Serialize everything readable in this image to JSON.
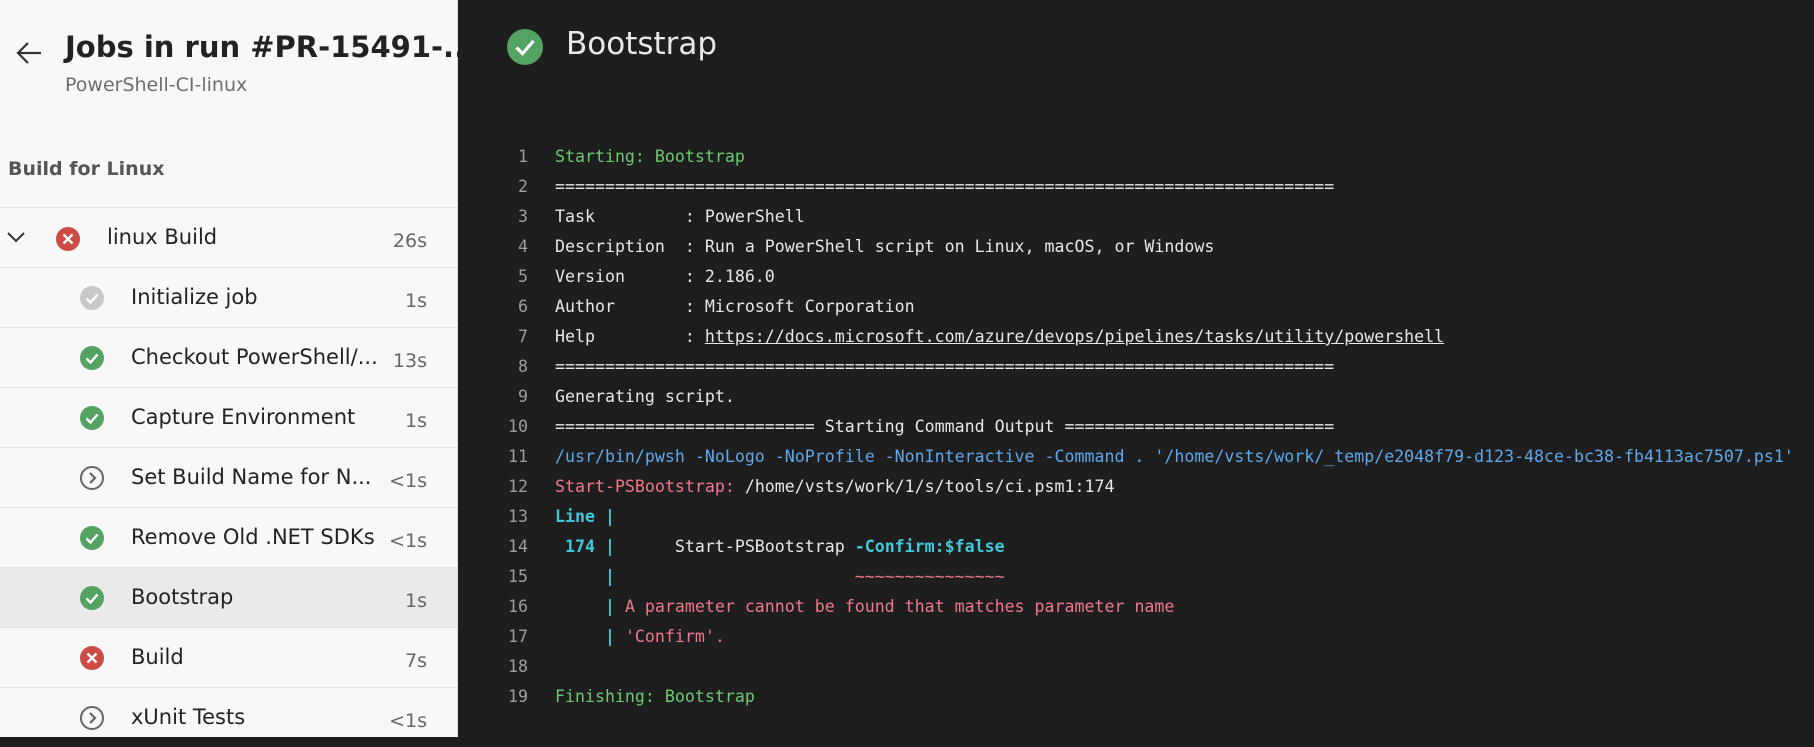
{
  "header": {
    "title": "Jobs in run #PR-15491-...",
    "subtitle": "PowerShell-CI-linux"
  },
  "stage": {
    "label": "Build for Linux"
  },
  "job": {
    "label": "linux Build",
    "duration": "26s",
    "status": "failed"
  },
  "steps": [
    {
      "label": "Initialize job",
      "duration": "1s",
      "status": "skipped-gray"
    },
    {
      "label": "Checkout PowerShell/...",
      "duration": "13s",
      "status": "succeeded"
    },
    {
      "label": "Capture Environment",
      "duration": "1s",
      "status": "succeeded"
    },
    {
      "label": "Set Build Name for N...",
      "duration": "<1s",
      "status": "pending"
    },
    {
      "label": "Remove Old .NET SDKs",
      "duration": "<1s",
      "status": "succeeded"
    },
    {
      "label": "Bootstrap",
      "duration": "1s",
      "status": "succeeded",
      "selected": true
    },
    {
      "label": "Build",
      "duration": "7s",
      "status": "failed"
    },
    {
      "label": "xUnit Tests",
      "duration": "<1s",
      "status": "pending"
    }
  ],
  "log": {
    "title": "Bootstrap",
    "lines": [
      {
        "n": "1",
        "parts": [
          {
            "t": "Starting: Bootstrap",
            "c": "green"
          }
        ]
      },
      {
        "n": "2",
        "parts": [
          {
            "t": "==============================================================================",
            "c": ""
          }
        ]
      },
      {
        "n": "3",
        "parts": [
          {
            "t": "Task         : PowerShell",
            "c": ""
          }
        ]
      },
      {
        "n": "4",
        "parts": [
          {
            "t": "Description  : Run a PowerShell script on Linux, macOS, or Windows",
            "c": ""
          }
        ]
      },
      {
        "n": "5",
        "parts": [
          {
            "t": "Version      : 2.186.0",
            "c": ""
          }
        ]
      },
      {
        "n": "6",
        "parts": [
          {
            "t": "Author       : Microsoft Corporation",
            "c": ""
          }
        ]
      },
      {
        "n": "7",
        "parts": [
          {
            "t": "Help         : ",
            "c": ""
          },
          {
            "t": "https://docs.microsoft.com/azure/devops/pipelines/tasks/utility/powershell",
            "c": "link"
          }
        ]
      },
      {
        "n": "8",
        "parts": [
          {
            "t": "==============================================================================",
            "c": ""
          }
        ]
      },
      {
        "n": "9",
        "parts": [
          {
            "t": "Generating script.",
            "c": ""
          }
        ]
      },
      {
        "n": "10",
        "parts": [
          {
            "t": "========================== Starting Command Output ===========================",
            "c": ""
          }
        ]
      },
      {
        "n": "11",
        "parts": [
          {
            "t": "/usr/bin/pwsh -NoLogo -NoProfile -NonInteractive -Command . '/home/vsts/work/_temp/e2048f79-d123-48ce-bc38-fb4113ac7507.ps1'",
            "c": "blue"
          }
        ]
      },
      {
        "n": "12",
        "parts": [
          {
            "t": "Start-PSBootstrap: ",
            "c": "pink"
          },
          {
            "t": "/home/vsts/work/1/s/tools/ci.psm1:174",
            "c": ""
          }
        ]
      },
      {
        "n": "13",
        "parts": [
          {
            "t": "Line |",
            "c": "cyan"
          }
        ]
      },
      {
        "n": "14",
        "parts": [
          {
            "t": " 174 | ",
            "c": "cyan"
          },
          {
            "t": "     Start-PSBootstrap ",
            "c": ""
          },
          {
            "t": "-Confirm:$false",
            "c": "cyan"
          }
        ]
      },
      {
        "n": "15",
        "parts": [
          {
            "t": "     | ",
            "c": "cyan"
          },
          {
            "t": "                       ~~~~~~~~~~~~~~~",
            "c": "wave"
          }
        ]
      },
      {
        "n": "16",
        "parts": [
          {
            "t": "     | ",
            "c": "cyan"
          },
          {
            "t": "A parameter cannot be found that matches parameter name",
            "c": "pink"
          }
        ]
      },
      {
        "n": "17",
        "parts": [
          {
            "t": "     | ",
            "c": "cyan"
          },
          {
            "t": "'Confirm'.",
            "c": "pink"
          }
        ]
      },
      {
        "n": "18",
        "parts": [
          {
            "t": "",
            "c": ""
          }
        ]
      },
      {
        "n": "19",
        "parts": [
          {
            "t": "Finishing: Bootstrap",
            "c": "green"
          }
        ]
      }
    ]
  },
  "colors": {
    "success": "#55a362",
    "failed": "#cd4a45",
    "gray": "#c8c8c8",
    "pending": "#666666"
  }
}
